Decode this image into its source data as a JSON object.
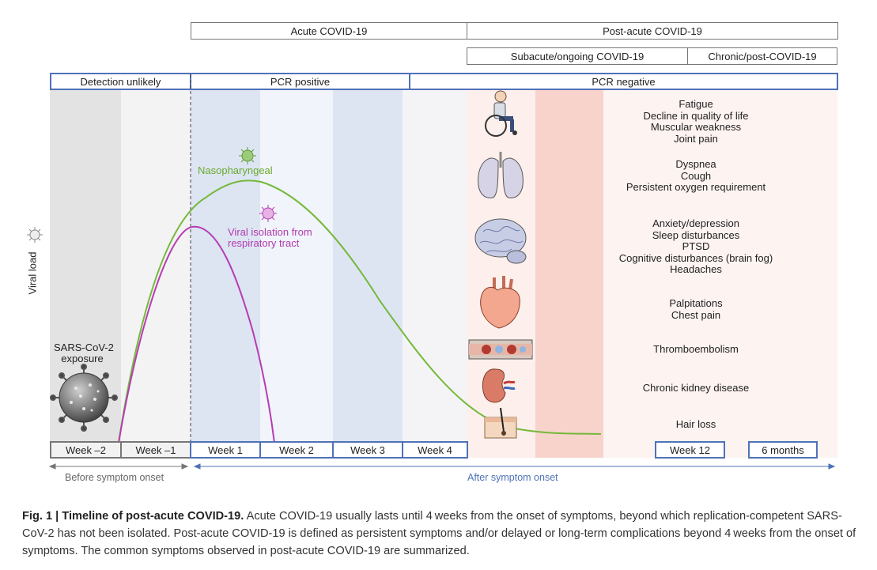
{
  "phases": {
    "acute": "Acute COVID-19",
    "post_acute": "Post-acute COVID-19",
    "subacute": "Subacute/ongoing COVID-19",
    "chronic": "Chronic/post-COVID-19"
  },
  "detection": {
    "unlikely": "Detection unlikely",
    "pcr_positive": "PCR positive",
    "pcr_negative": "PCR negative"
  },
  "y_axis_label": "Viral load",
  "exposure_label": [
    "SARS-CoV-2",
    "exposure"
  ],
  "curves": {
    "nasopharyngeal": "Nasopharyngeal",
    "viral_isolation_line1": "Viral isolation from",
    "viral_isolation_line2": "respiratory tract",
    "nasopharyngeal_color": "#76b83a",
    "viral_isolation_color": "#b63cb4"
  },
  "weeks": [
    "Week –2",
    "Week –1",
    "Week 1",
    "Week 2",
    "Week 3",
    "Week 4",
    "Week 12",
    "6 months"
  ],
  "timeline": {
    "before": "Before symptom onset",
    "after": "After symptom onset"
  },
  "symptom_groups": [
    {
      "icon": "wheelchair-icon",
      "items": [
        "Fatigue",
        "Decline in quality of life",
        "Muscular weakness",
        "Joint pain"
      ]
    },
    {
      "icon": "lungs-icon",
      "items": [
        "Dyspnea",
        "Cough",
        "Persistent oxygen requirement"
      ]
    },
    {
      "icon": "brain-icon",
      "items": [
        "Anxiety/depression",
        "Sleep disturbances",
        "PTSD",
        "Cognitive disturbances (brain fog)",
        "Headaches"
      ]
    },
    {
      "icon": "heart-icon",
      "items": [
        "Palpitations",
        "Chest pain"
      ]
    },
    {
      "icon": "blood-vessel-icon",
      "items": [
        "Thromboembolism"
      ]
    },
    {
      "icon": "kidney-icon",
      "items": [
        "Chronic kidney disease"
      ]
    },
    {
      "icon": "hair-follicle-icon",
      "items": [
        "Hair loss"
      ]
    }
  ],
  "caption": {
    "title": "Fig. 1 | Timeline of post-acute COVID-19.",
    "body": "Acute COVID-19 usually lasts until 4 weeks from the onset of symptoms, beyond which replication-competent SARS-CoV-2 has not been isolated. Post-acute COVID-19 is defined as persistent symptoms and/or delayed or long-term complications beyond 4 weeks from the onset of symptoms. The common symptoms observed in post-acute COVID-19 are summarized."
  },
  "colors": {
    "blue_border": "#4f72b8",
    "gray_band": "#e3e3e3",
    "light_blue_band": "#dde5f3",
    "pink_band": "#fbe9e6",
    "salmon_band": "#f6cfc8"
  }
}
